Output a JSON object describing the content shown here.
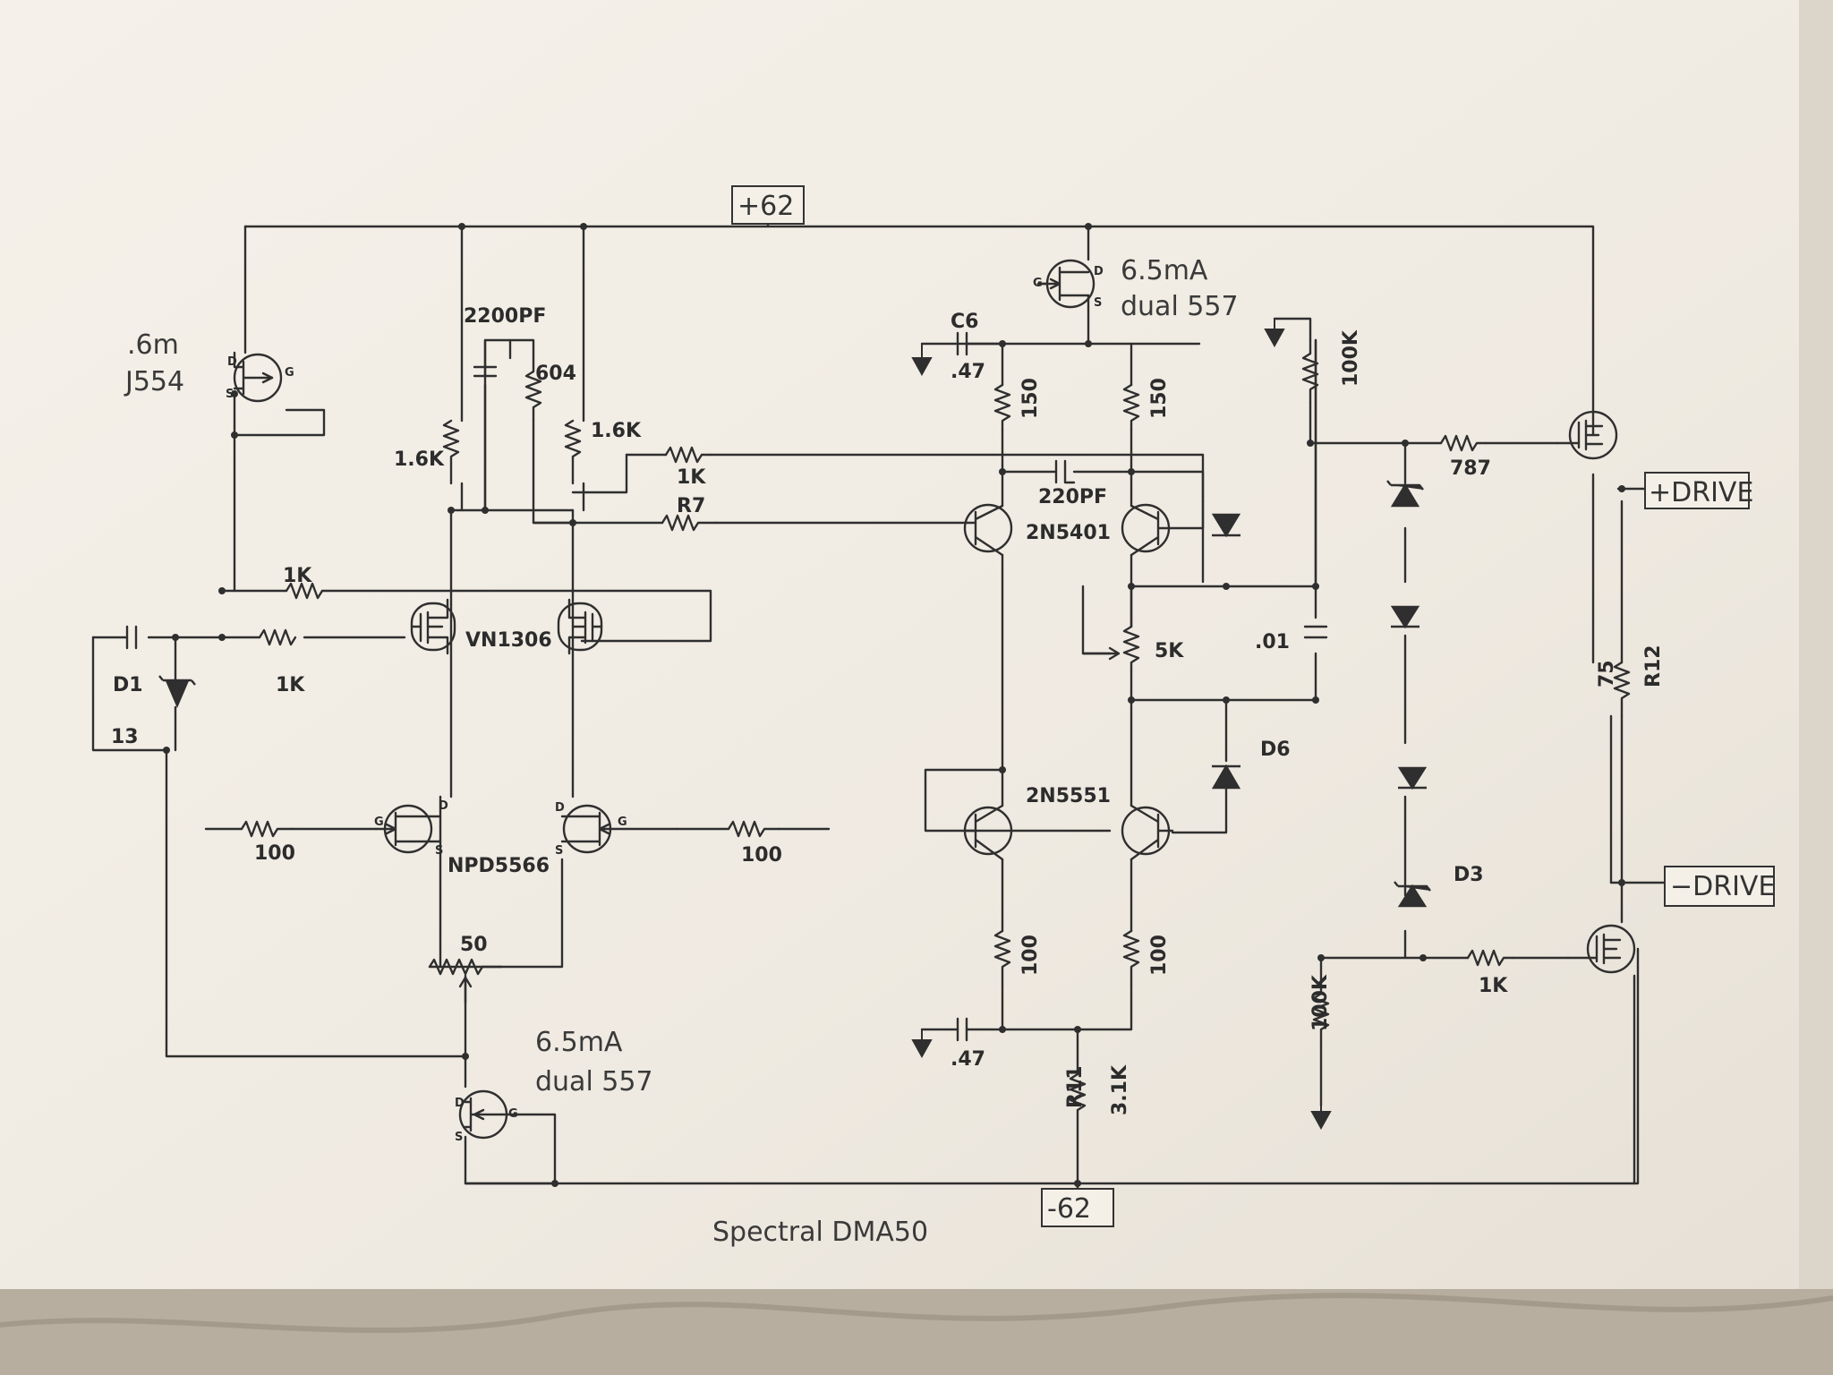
{
  "supply": {
    "positive": "+62",
    "negative": "-62"
  },
  "jfet_top_left": {
    "current": ".6m",
    "part": "J554"
  },
  "ccs_top": {
    "current": "6.5mA",
    "part": "dual 557"
  },
  "ccs_bottom": {
    "current": "6.5mA",
    "part": "dual 557"
  },
  "capacitors": {
    "c_2200pf": "2200PF",
    "c6_name": "C6",
    "c6_value": ".47",
    "c_220pf": "220PF",
    "c_01": ".01",
    "c_bottom": ".47"
  },
  "resistors": {
    "r604": "604",
    "r1k6_left": "1.6K",
    "r1k6_right": "1.6K",
    "r1k_feedback": "1K",
    "r7_name": "R7",
    "r1k_upper": "1K",
    "r1k_lower": "1K",
    "r100_left": "100",
    "r100_right": "100",
    "pot50": "50",
    "r150_left": "150",
    "r150_right": "150",
    "pot5k": "5K",
    "r100_emitter_left": "100",
    "r100_emitter_right": "100",
    "r11_name": "R11",
    "r11_value": "3.1K",
    "r100k_top": "100K",
    "r100k_bottom": "100K",
    "r787": "787",
    "r12_value": "75",
    "r12_name": "R12",
    "r1k_bottom_right": "1K"
  },
  "semis": {
    "d1": "D1",
    "d1_value": "13",
    "vn1306": "VN1306",
    "npd5566": "NPD5566",
    "q_2n5401": "2N5401",
    "q_2n5551": "2N5551",
    "d6": "D6",
    "d3": "D3"
  },
  "outputs": {
    "plus_drive": "+DRIVE",
    "minus_drive": "−DRIVE"
  },
  "pin_labels": {
    "d": "D",
    "g": "G",
    "s": "S"
  },
  "footer": {
    "title": "Spectral DMA50"
  },
  "colors": {
    "paper": "#f1ece3",
    "ink": "#2f2f2f",
    "marble": "#bdb4a8"
  }
}
